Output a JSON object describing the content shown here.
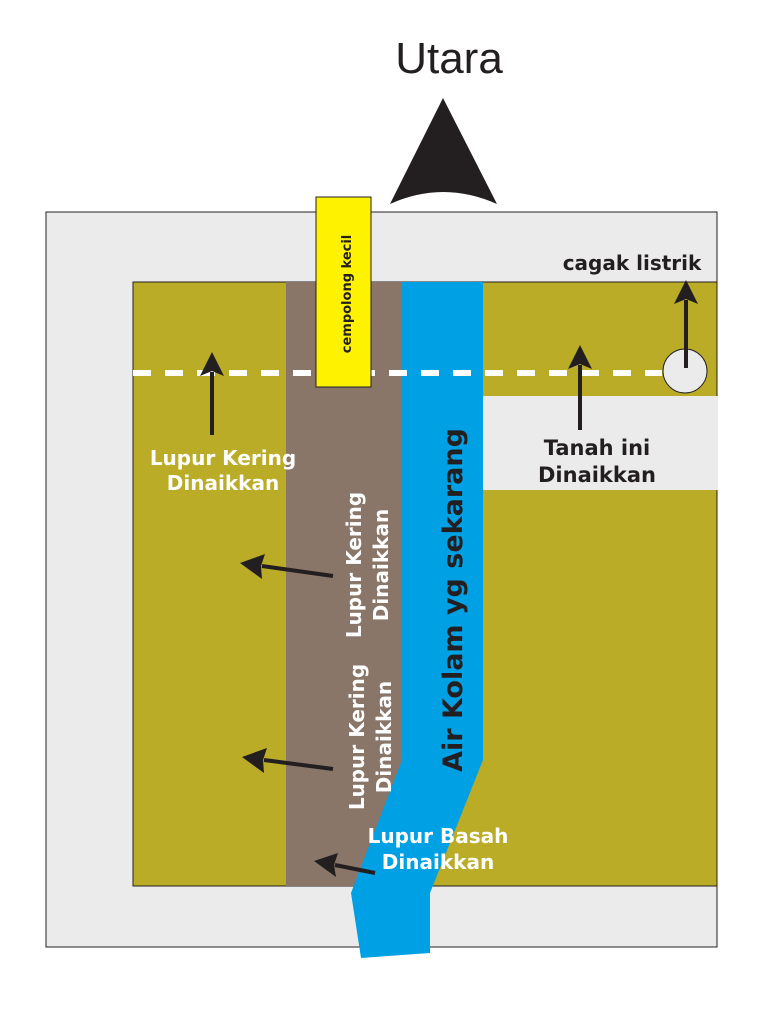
{
  "compass": {
    "label": "Utara",
    "icon": "north-arrow-icon"
  },
  "labels": {
    "cempolong": "cempolong kecil",
    "cagak": "cagak listrik",
    "tanah_line1": "Tanah ini",
    "tanah_line2": "Dinaikkan",
    "lupur_kering_left_line1": "Lupur Kering",
    "lupur_kering_left_line2": "Dinaikkan",
    "lupur_kering_mid1_line1": "Lupur Kering",
    "lupur_kering_mid1_line2": "Dinaikkan",
    "lupur_kering_mid2_line1": "Lupur Kering",
    "lupur_kering_mid2_line2": "Dinaikkan",
    "air_kolam": "Air Kolam yg sekarang",
    "lupur_basah_line1": "Lupur Basah",
    "lupur_basah_line2": "Dinaikkan"
  },
  "colors": {
    "frame": "#ebebeb",
    "land": "#bbac28",
    "mud": "#8a7669",
    "water": "#00a0e4",
    "pipe": "#fff200",
    "arrow": "#231f20",
    "text_dark": "#231f20",
    "text_light": "#ffffff"
  }
}
